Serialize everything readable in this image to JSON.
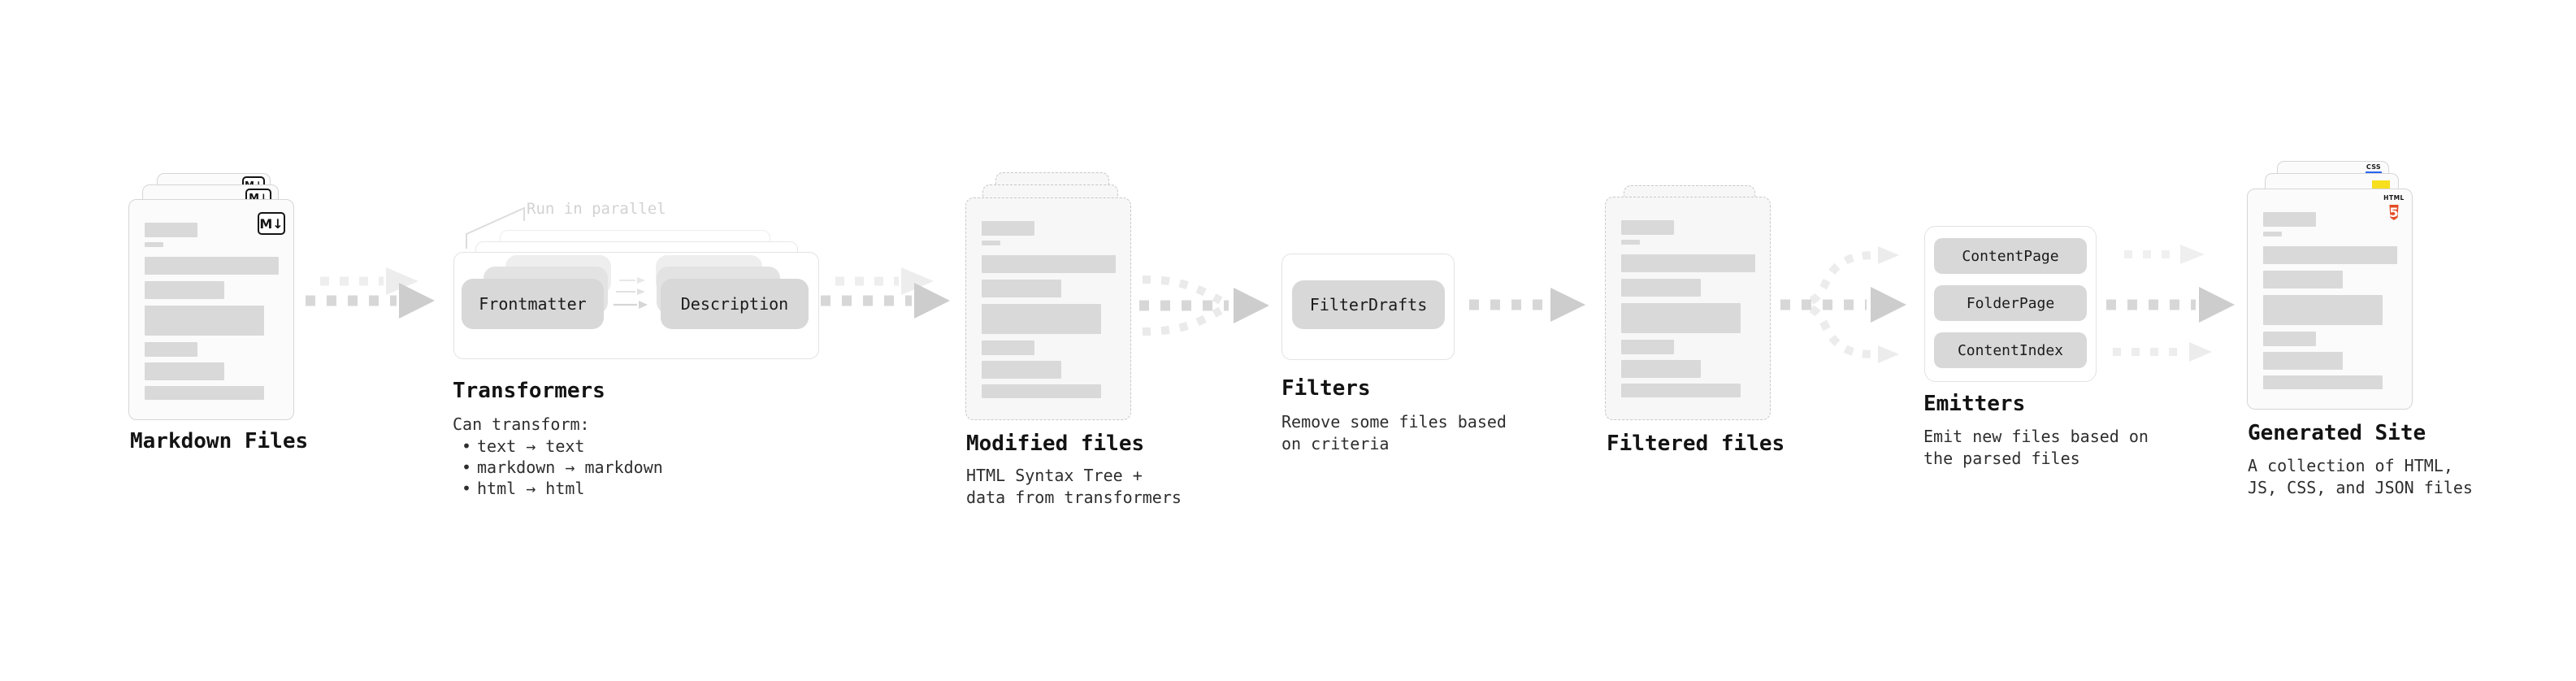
{
  "palette": {
    "accent_orange": "#e44d26",
    "accent_yellow": "#f7df1e",
    "accent_blue": "#2965f1",
    "bar_gray": "#d9d9d9",
    "pill_gray": "#d8d8d8",
    "arrow_gray": "#d7d7d7",
    "arrow_light": "#ededed"
  },
  "markdown_files": {
    "title": "Markdown Files",
    "icon_text": "M↓"
  },
  "transformers": {
    "title": "Transformers",
    "annotation": "Run in parallel",
    "pill_left": "Frontmatter",
    "pill_right": "Description",
    "subtitle": "Can transform:",
    "bullet": "•",
    "bullets": [
      "text → text",
      "markdown → markdown",
      "html → html"
    ]
  },
  "modified_files": {
    "title": "Modified files",
    "subtitle": "HTML Syntax Tree +\ndata from transformers"
  },
  "filters": {
    "title": "Filters",
    "pill": "FilterDrafts",
    "subtitle": "Remove some files based\non criteria"
  },
  "filtered_files": {
    "title": "Filtered files"
  },
  "emitters": {
    "title": "Emitters",
    "pills": [
      "ContentPage",
      "FolderPage",
      "ContentIndex"
    ],
    "subtitle": "Emit new files based on\nthe parsed files"
  },
  "generated_site": {
    "title": "Generated Site",
    "subtitle": "A collection of HTML,\nJS, CSS, and JSON files",
    "html5_label": "HTML",
    "html5_number": "5",
    "css_label": "CSS"
  }
}
